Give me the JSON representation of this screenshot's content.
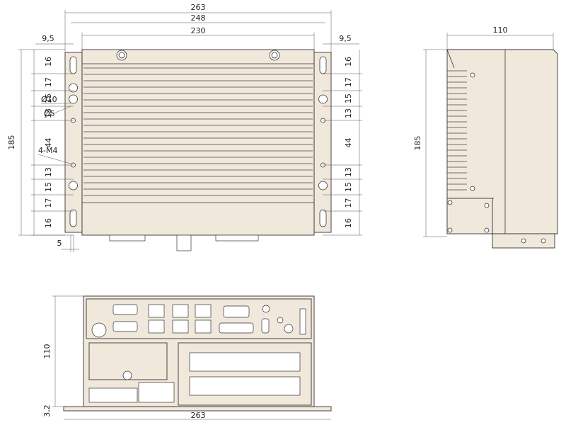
{
  "top_view": {
    "width_overall": "263",
    "width_flange": "248",
    "width_body": "230",
    "margin_left": "9,5",
    "margin_right": "9,5",
    "height_overall": "185",
    "left_dims": [
      "16",
      "17",
      "15",
      "13",
      "44",
      "13",
      "15",
      "17",
      "16"
    ],
    "right_dims": [
      "16",
      "17",
      "15",
      "13",
      "44",
      "13",
      "15",
      "17",
      "16"
    ],
    "hole_large": "Ø10",
    "hole_small": "Ø5",
    "screw_label": "4-M4",
    "bottom_offset": "5"
  },
  "side_view": {
    "depth": "110",
    "height": "185"
  },
  "front_view": {
    "height": "110",
    "base_thickness": "3,2",
    "width": "263"
  },
  "colors": {
    "body": "#f1e8dc",
    "line": "#333333"
  }
}
